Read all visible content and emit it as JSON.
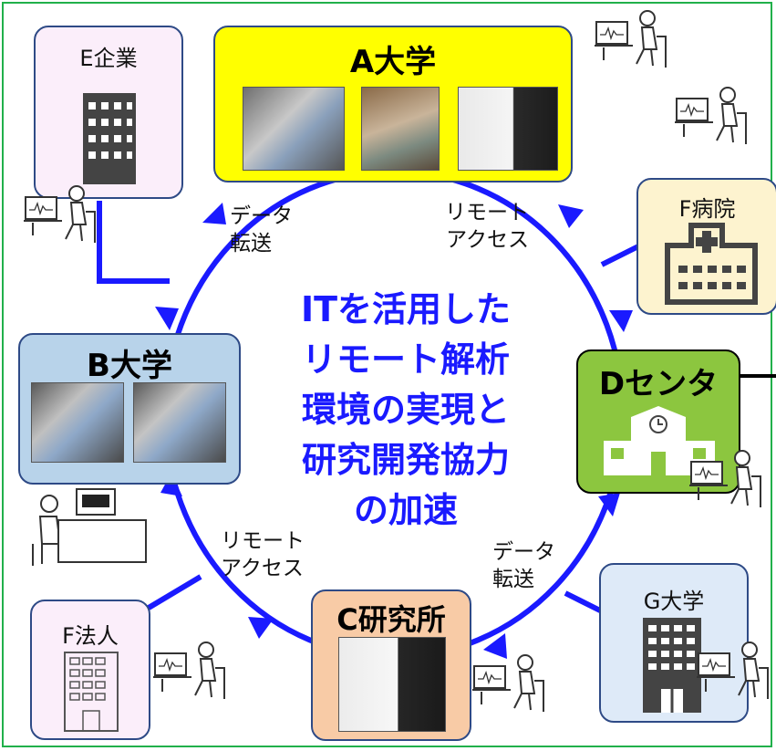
{
  "center_title_lines": [
    "ITを活用した",
    "リモート解析",
    "環境の実現と",
    "研究開発協力",
    "の加速"
  ],
  "nodes": {
    "a_univ": "A大学",
    "b_univ": "B大学",
    "c_lab": "C研究所",
    "d_center": "Dセンタ",
    "e_company": "E企業",
    "f_hospital": "F病院",
    "f_corp": "F法人",
    "g_univ": "G大学"
  },
  "edge_labels": {
    "data_transfer_top": [
      "データ",
      "転送"
    ],
    "remote_access_top": [
      "リモート",
      "アクセス"
    ],
    "remote_access_bottom": [
      "リモート",
      "アクセス"
    ],
    "data_transfer_bottom": [
      "データ",
      "転送"
    ]
  },
  "colors": {
    "frame": "#21b04b",
    "ring": "#1a1aff",
    "connector": "#1a1aff",
    "center_text": "#1a1aff",
    "a_univ_fill": "#ffff00",
    "b_univ_fill": "#b8d3ea",
    "c_lab_fill": "#f8cba6",
    "d_center_fill": "#8cc63f",
    "e_company_fill": "#fbeefa",
    "f_hospital_fill": "#fdf3cf",
    "f_corp_fill": "#fbeefa",
    "g_univ_fill": "#deeaf8"
  },
  "icons": [
    "building-icon",
    "hospital-icon",
    "school-icon",
    "office-building-icon",
    "lab-instrument-photo",
    "researcher-at-computer-icon"
  ]
}
